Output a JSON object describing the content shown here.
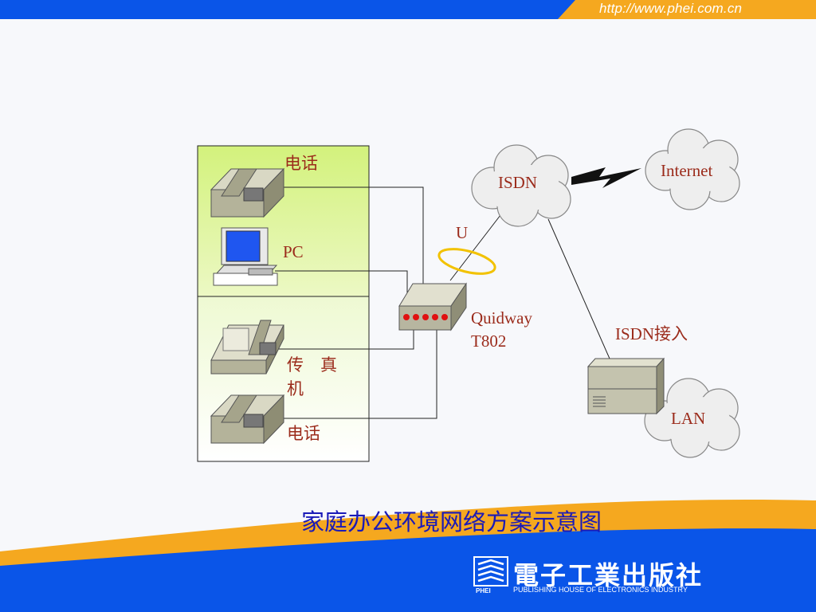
{
  "header": {
    "url": "http://www.phei.com.cn"
  },
  "diagram": {
    "phone_top": "电话",
    "pc": "PC",
    "fax": "传　真",
    "fax2": "机",
    "phone_bottom": "电话",
    "isdn": "ISDN",
    "internet": "Internet",
    "u": "U",
    "router1": "Quidway",
    "router2": "T802",
    "isdn_access": "ISDN接入",
    "lan": "LAN"
  },
  "caption": "家庭办公环境网络方案示意图",
  "publisher": {
    "cn": "電子工業出版社",
    "en": "PUBLISHING HOUSE OF ELECTRONICS INDUSTRY",
    "logo_text": "PHEI"
  },
  "colors": {
    "top_bar": "#0a55e8",
    "accent": "#f5a81f",
    "label": "#9b2b1b",
    "caption": "#1a1ab8"
  }
}
